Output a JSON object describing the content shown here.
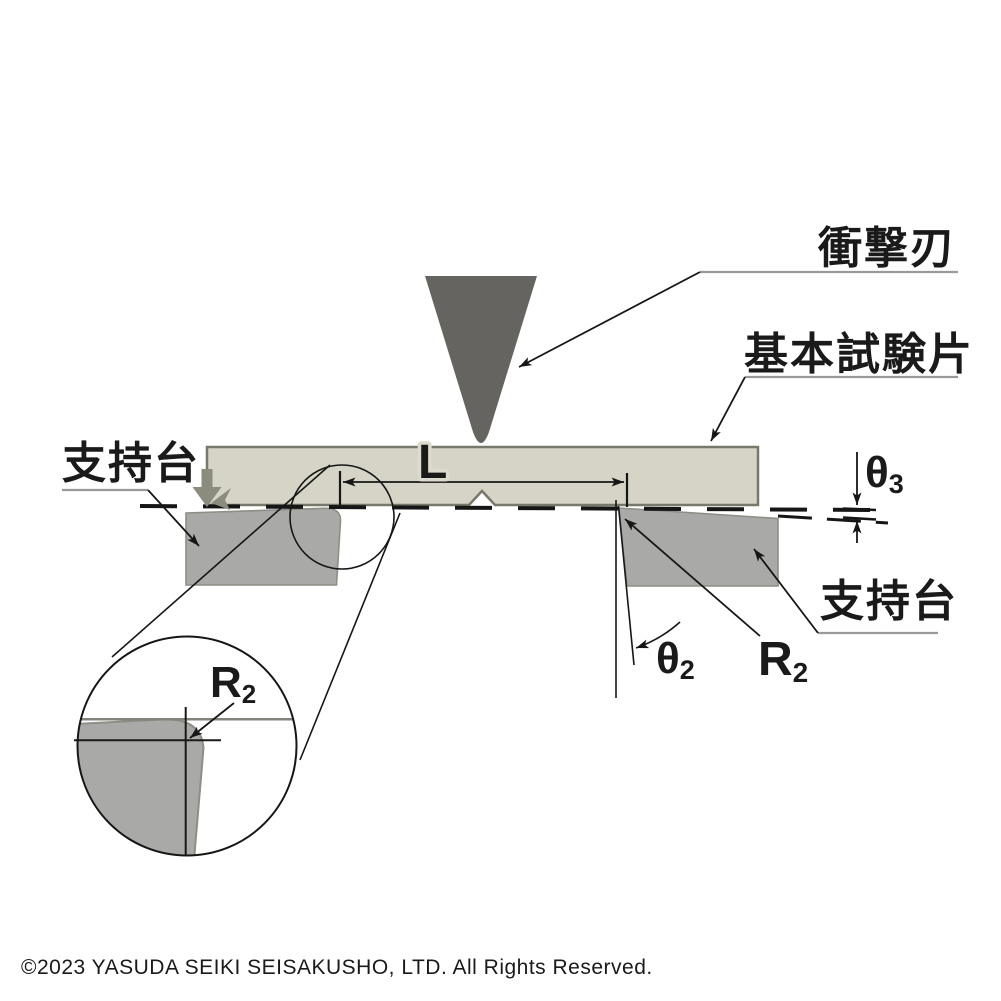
{
  "diagram": {
    "title_context": "three-point impact test schematic",
    "labels": {
      "impact_blade": "衝撃刃",
      "base_specimen": "基本試験片",
      "support_left": "支持台",
      "support_right": "支持台",
      "span_L": "L",
      "theta3": {
        "base": "θ",
        "sub": "3"
      },
      "theta2": {
        "base": "θ",
        "sub": "2"
      },
      "radius_support": {
        "base": "R",
        "sub": "2"
      },
      "radius_detail": {
        "base": "R",
        "sub": "2"
      }
    },
    "colors": {
      "blade": "#666461",
      "specimen_fill": "#d5d4c6",
      "specimen_edge": "#78786b",
      "support_fill": "#a9a9a7",
      "support_edge": "#8e8e86",
      "line": "#161616",
      "underline": "#999999",
      "corner_arrow": "#8b8b7e",
      "copyright_gray": "#9b9b9b",
      "label_halo": "#dcdbcd"
    }
  },
  "footer": {
    "copyright": "©2023 YASUDA SEIKI SEISAKUSHO, LTD. All Rights Reserved."
  }
}
